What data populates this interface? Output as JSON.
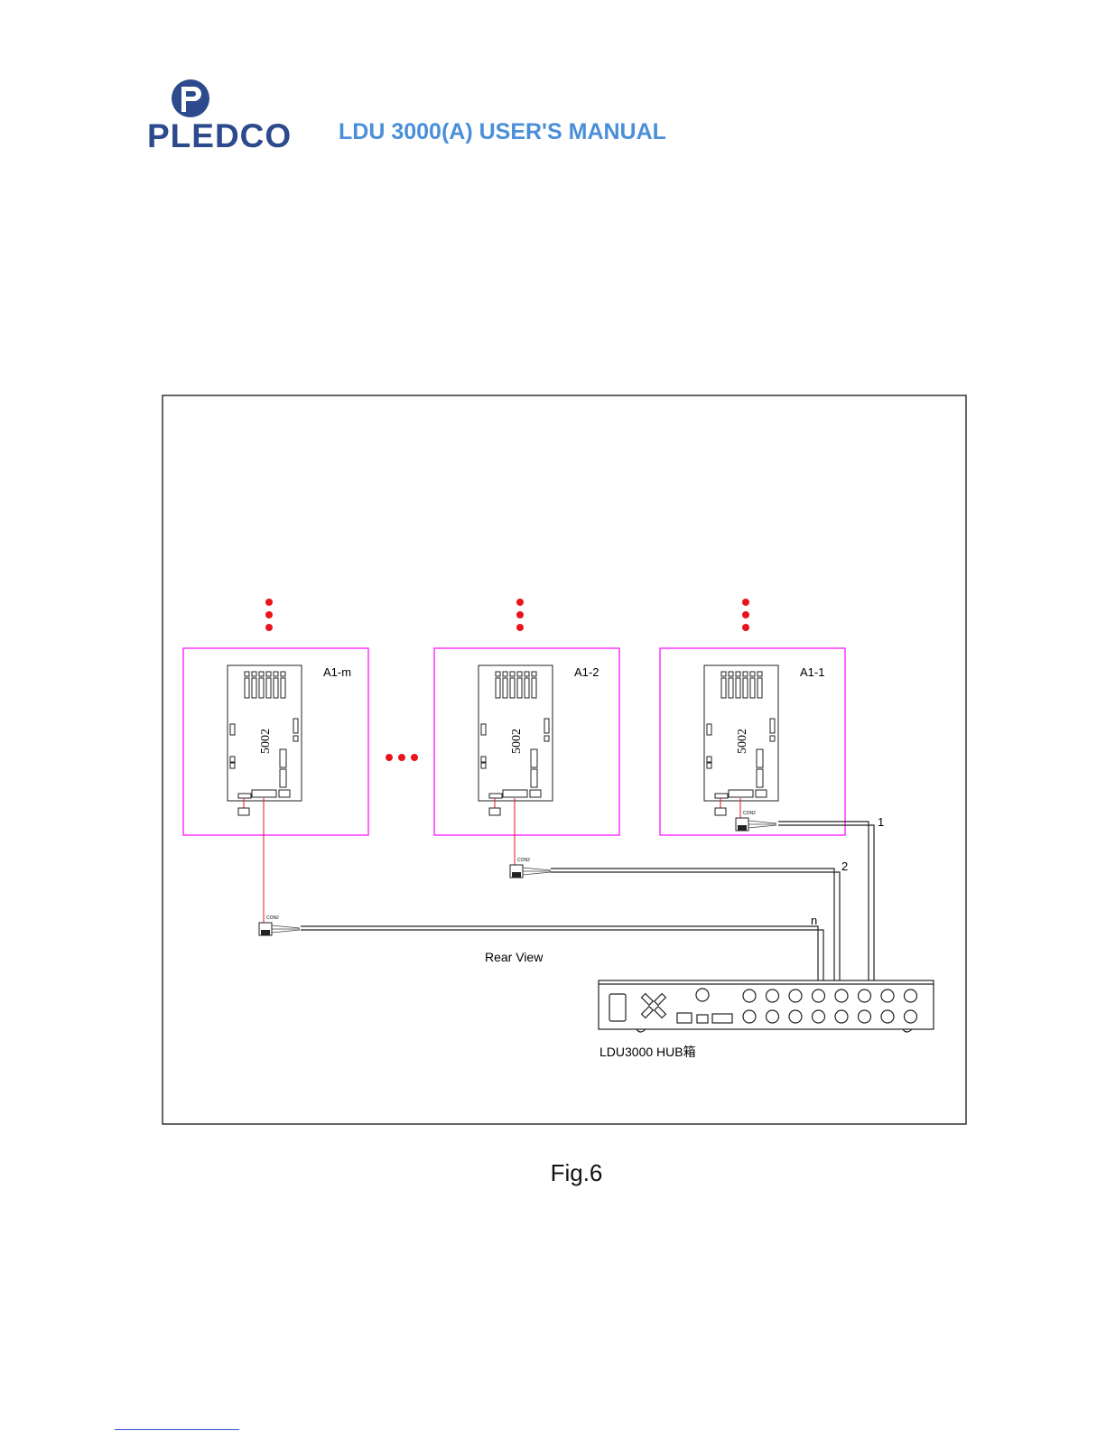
{
  "header": {
    "brand": "PLEDCO",
    "title": "LDU 3000(A) USER'S MANUAL"
  },
  "diagram": {
    "units": [
      {
        "label": "A1-m",
        "cable_label": "n"
      },
      {
        "label": "A1-2",
        "cable_label": "2"
      },
      {
        "label": "A1-1",
        "cable_label": "1"
      }
    ],
    "board_text": "5002",
    "connector_text": "CON2",
    "rear_view_label": "Rear View",
    "hub_label": "LDU3000 HUB箱",
    "colors": {
      "unit_border": "#ff33ff",
      "dots": "#e8141c",
      "wire": "#e8141c",
      "brand": "#2c4a8c",
      "title": "#4a8fd8"
    }
  },
  "caption": "Fig.6"
}
